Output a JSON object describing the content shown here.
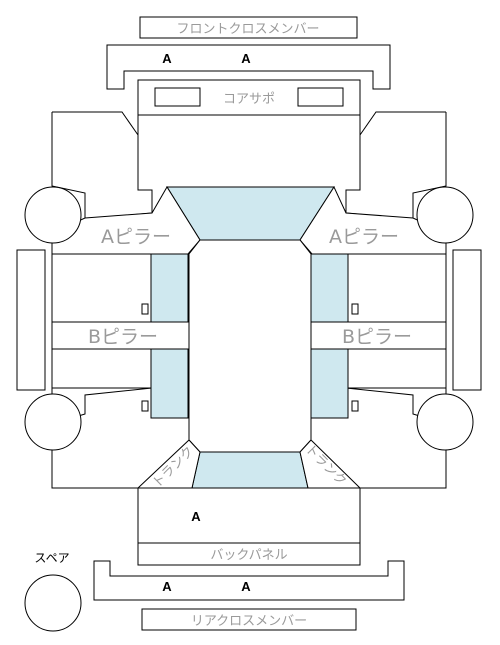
{
  "labels": {
    "front_cross_member": "フロントクロスメンバー",
    "core_support": "コアサポ",
    "a_pillar_left": "Aピラー",
    "a_pillar_right": "Aピラー",
    "b_pillar_left": "Bピラー",
    "b_pillar_right": "Bピラー",
    "back_panel": "バックパネル",
    "rear_cross_member": "リアクロスメンバー",
    "spare": "スペア",
    "trunk_left": "トランク",
    "trunk_right": "トランク"
  },
  "marks": {
    "front_1": "A",
    "front_2": "A",
    "trunk": "A",
    "rear_1": "A",
    "rear_2": "A"
  },
  "colors": {
    "glass": "#cfe8ef",
    "label": "#9a9a9a",
    "line": "#000000"
  }
}
